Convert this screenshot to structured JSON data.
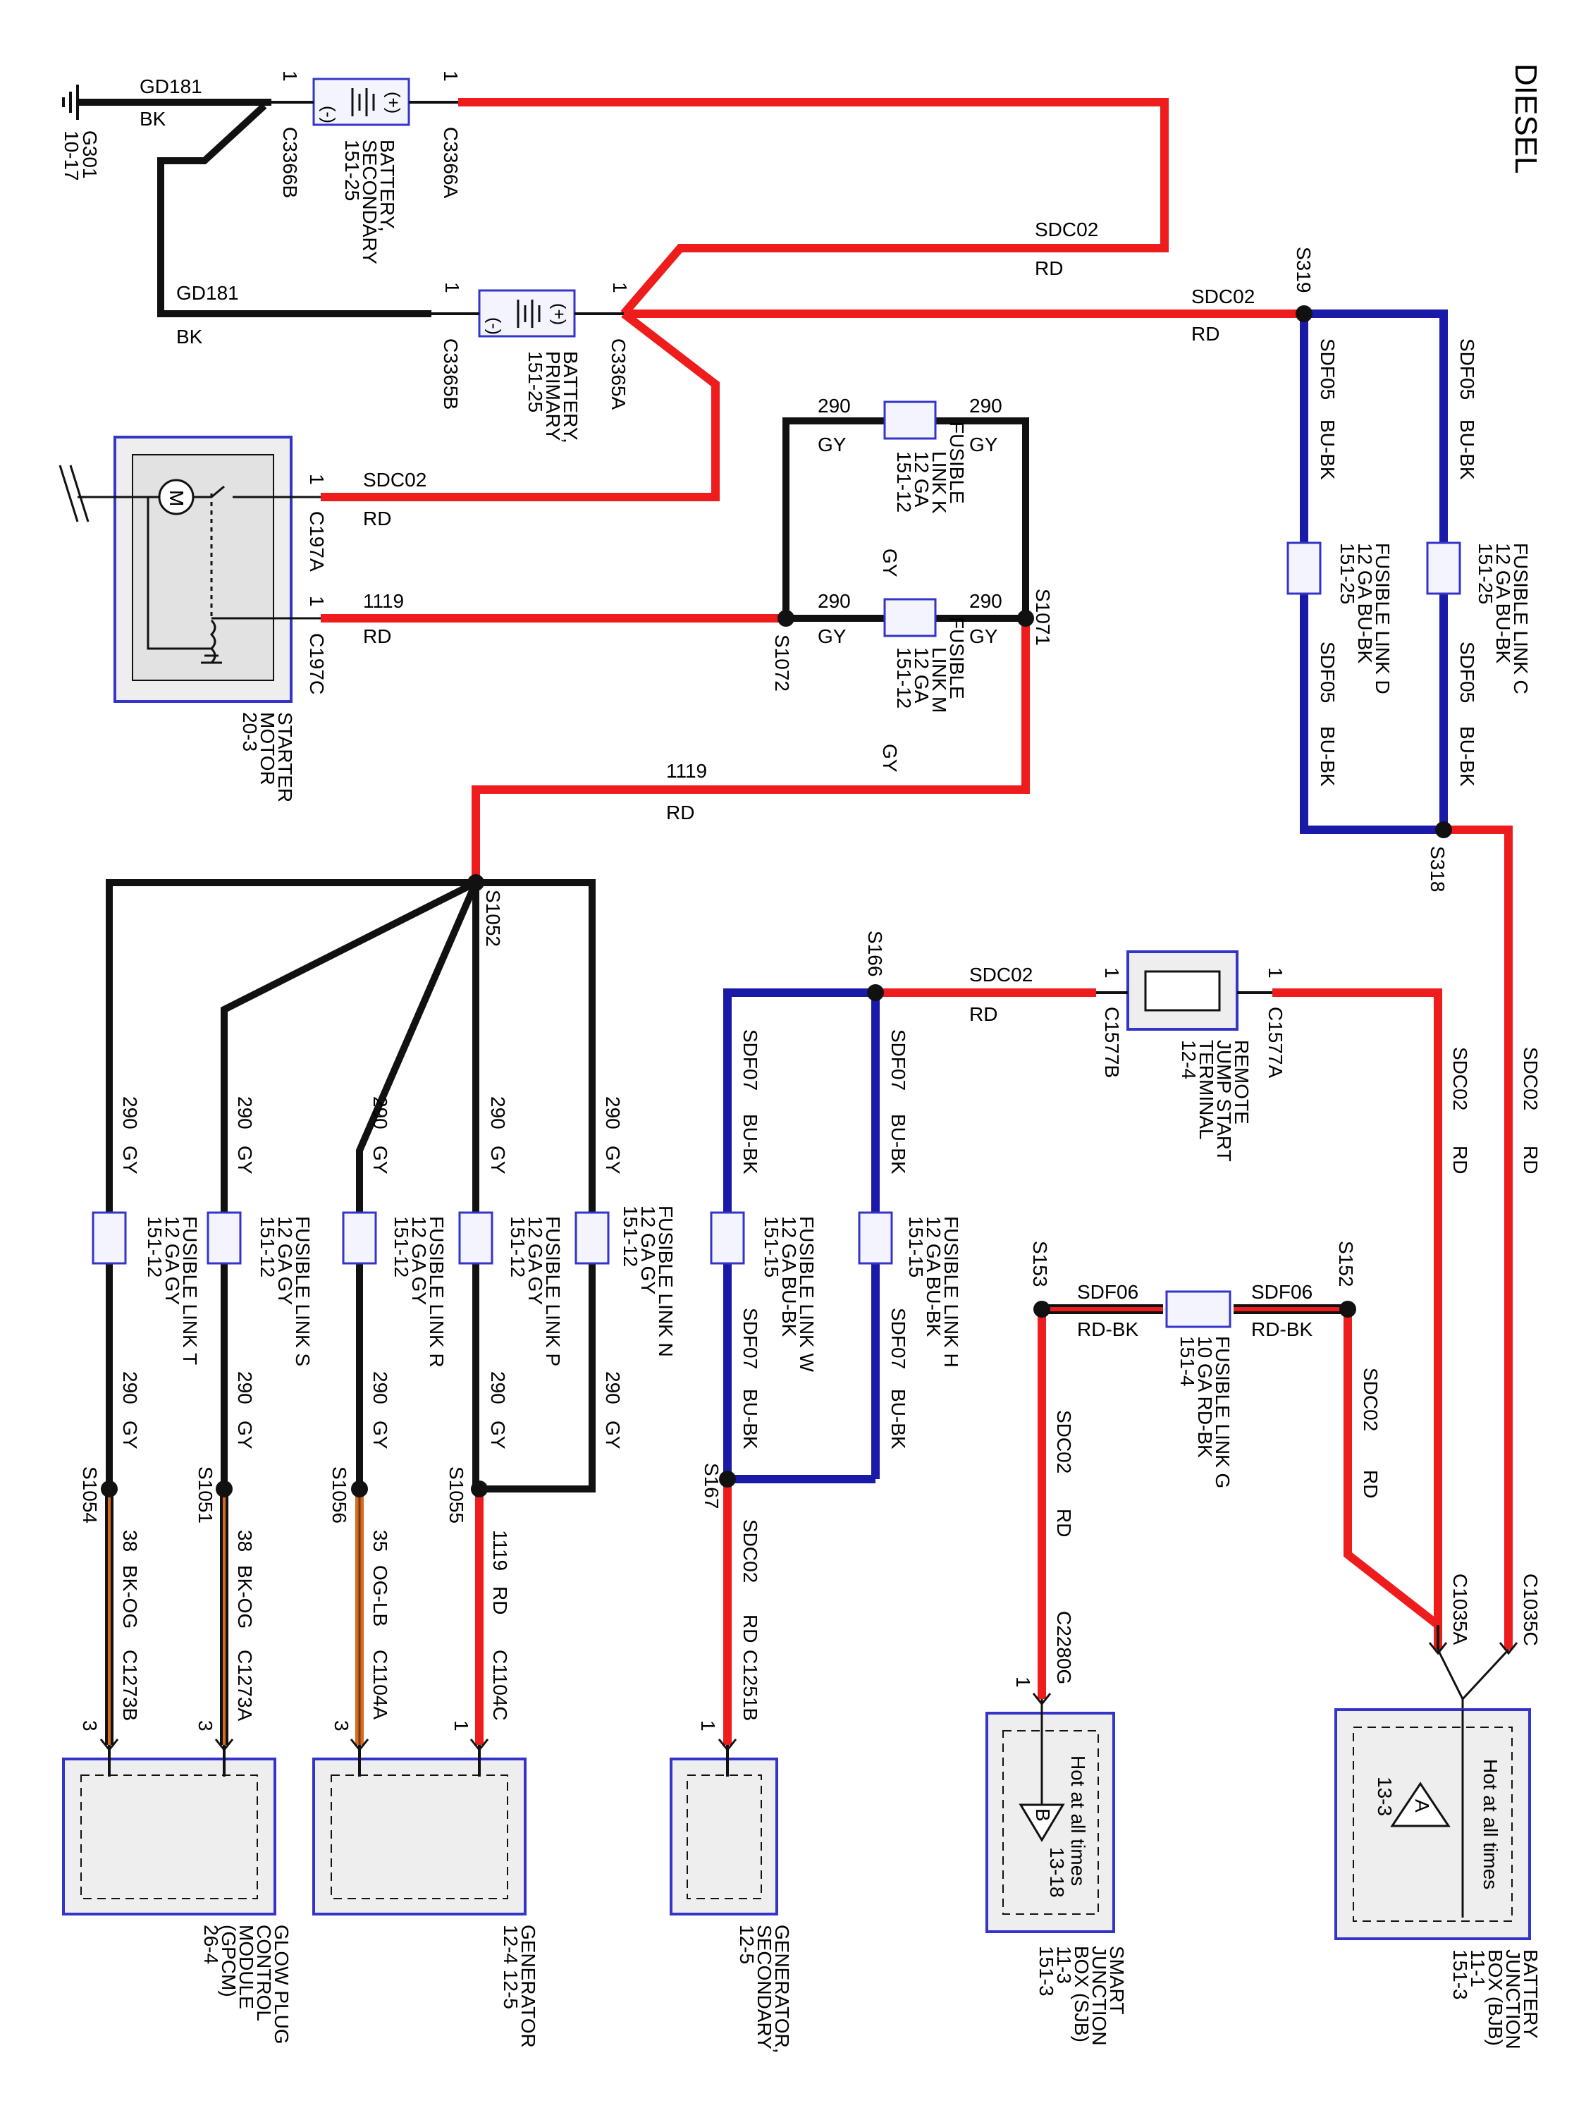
{
  "title": "DIESEL",
  "colors": {
    "red": "#ee1c1c",
    "black": "#111111",
    "blue": "#1a1aa8",
    "orange": "#d86a1c",
    "component_border": "#3434c8",
    "component_fill": "#eeeeee",
    "fuse_fill": "#f4f4ff"
  },
  "components": {
    "battery_secondary": {
      "name_lines": [
        "BATTERY,",
        "SECONDARY",
        "151-25"
      ],
      "minus": "(-)",
      "plus": "(+)",
      "pin_left": "1",
      "pin_right": "1",
      "conn_left": "C3366B",
      "conn_right": "C3366A"
    },
    "battery_primary": {
      "name_lines": [
        "BATTERY,",
        "PRIMARY",
        "151-25"
      ],
      "minus": "(-)",
      "plus": "(+)",
      "pin_left": "1",
      "pin_right": "1",
      "conn_left": "C3365B",
      "conn_right": "C3365A"
    },
    "ground": {
      "name": "G301",
      "ref": "10-17"
    },
    "starter_motor": {
      "name_lines": [
        "STARTER",
        "MOTOR",
        "20-3"
      ],
      "motor_symbol": "M",
      "conn_a": "C197A",
      "conn_c": "C197C",
      "pin_a": "1",
      "pin_c": "1"
    },
    "remote_jump_start": {
      "name_lines": [
        "REMOTE",
        "JUMP START",
        "TERMINAL",
        "12-4"
      ],
      "conn_left": "C1577B",
      "conn_right": "C1577A",
      "pin_left": "1",
      "pin_right": "1"
    },
    "bjb": {
      "name_lines": [
        "BATTERY",
        "JUNCTION",
        "BOX (BJB)",
        "11-1",
        "151-3"
      ],
      "hot_text": "Hot at all times",
      "ref": "13-3",
      "symbol": "A",
      "conn_a": "C1035A",
      "conn_c": "C1035C"
    },
    "sjb": {
      "name_lines": [
        "SMART",
        "JUNCTION",
        "BOX (SJB)",
        "11-3",
        "151-3"
      ],
      "hot_text": "Hot at all times",
      "ref": "13-18",
      "symbol": "B",
      "conn": "C2280G",
      "pin": "1"
    },
    "generator_secondary": {
      "name_lines": [
        "GENERATOR,",
        "SECONDARY",
        "12-5"
      ],
      "conn": "C1251B",
      "pin": "1"
    },
    "generator": {
      "name_lines": [
        "GENERATOR",
        "12-4    12-5"
      ],
      "conn_1": "C1104C",
      "conn_3": "C1104A",
      "pin_1": "1",
      "pin_3": "3"
    },
    "gpcm": {
      "name_lines": [
        "GLOW PLUG",
        "CONTROL",
        "MODULE",
        "(GPCM)",
        "26-4"
      ],
      "conn_1": "C1273A",
      "conn_3": "C1273B",
      "pin_1": "3",
      "pin_3": "3"
    }
  },
  "fuses": [
    {
      "id": "K",
      "lines": [
        "FUSIBLE",
        "LINK K",
        "12 GA",
        "151-12"
      ],
      "color_note": "GY"
    },
    {
      "id": "M",
      "lines": [
        "FUSIBLE",
        "LINK M",
        "12 GA",
        "151-12"
      ],
      "color_note": "GY"
    },
    {
      "id": "C",
      "lines": [
        "FUSIBLE LINK C",
        "12 GA    BU-BK",
        "151-25"
      ]
    },
    {
      "id": "D",
      "lines": [
        "FUSIBLE LINK D",
        "12 GA    BU-BK",
        "151-25"
      ]
    },
    {
      "id": "G",
      "lines": [
        "FUSIBLE LINK G",
        "10 GA    RD-BK",
        "151-4"
      ]
    },
    {
      "id": "H",
      "lines": [
        "FUSIBLE LINK H",
        "12 GA    BU-BK",
        "151-15"
      ]
    },
    {
      "id": "W",
      "lines": [
        "FUSIBLE LINK W",
        "12 GA    BU-BK",
        "151-15"
      ]
    },
    {
      "id": "N",
      "lines": [
        "FUSIBLE LINK N",
        "12 GA    GY",
        "151-12"
      ]
    },
    {
      "id": "P",
      "lines": [
        "FUSIBLE LINK P",
        "12 GA    GY",
        "151-12"
      ]
    },
    {
      "id": "R",
      "lines": [
        "FUSIBLE LINK R",
        "12 GA    GY",
        "151-12"
      ]
    },
    {
      "id": "S",
      "lines": [
        "FUSIBLE LINK S",
        "12 GA    GY",
        "151-12"
      ]
    },
    {
      "id": "T",
      "lines": [
        "FUSIBLE LINK T",
        "12 GA    GY",
        "151-12"
      ]
    }
  ],
  "splices": [
    "S319",
    "S318",
    "S1071",
    "S1072",
    "S1052",
    "S166",
    "S167",
    "S152",
    "S153",
    "S1055",
    "S1056",
    "S1051",
    "S1054"
  ],
  "wire_labels": {
    "gd181": "GD181",
    "bk": "BK",
    "sdc02": "SDC02",
    "rd": "RD",
    "sdf05": "SDF05",
    "bu_bk": "BU-BK",
    "sdf06": "SDF06",
    "rd_bk": "RD-BK",
    "sdf07": "SDF07",
    "w290": "290",
    "gy": "GY",
    "w1119": "1119",
    "w38": "38",
    "bk_og": "BK-OG",
    "w35": "35",
    "og_lb": "OG-LB"
  }
}
